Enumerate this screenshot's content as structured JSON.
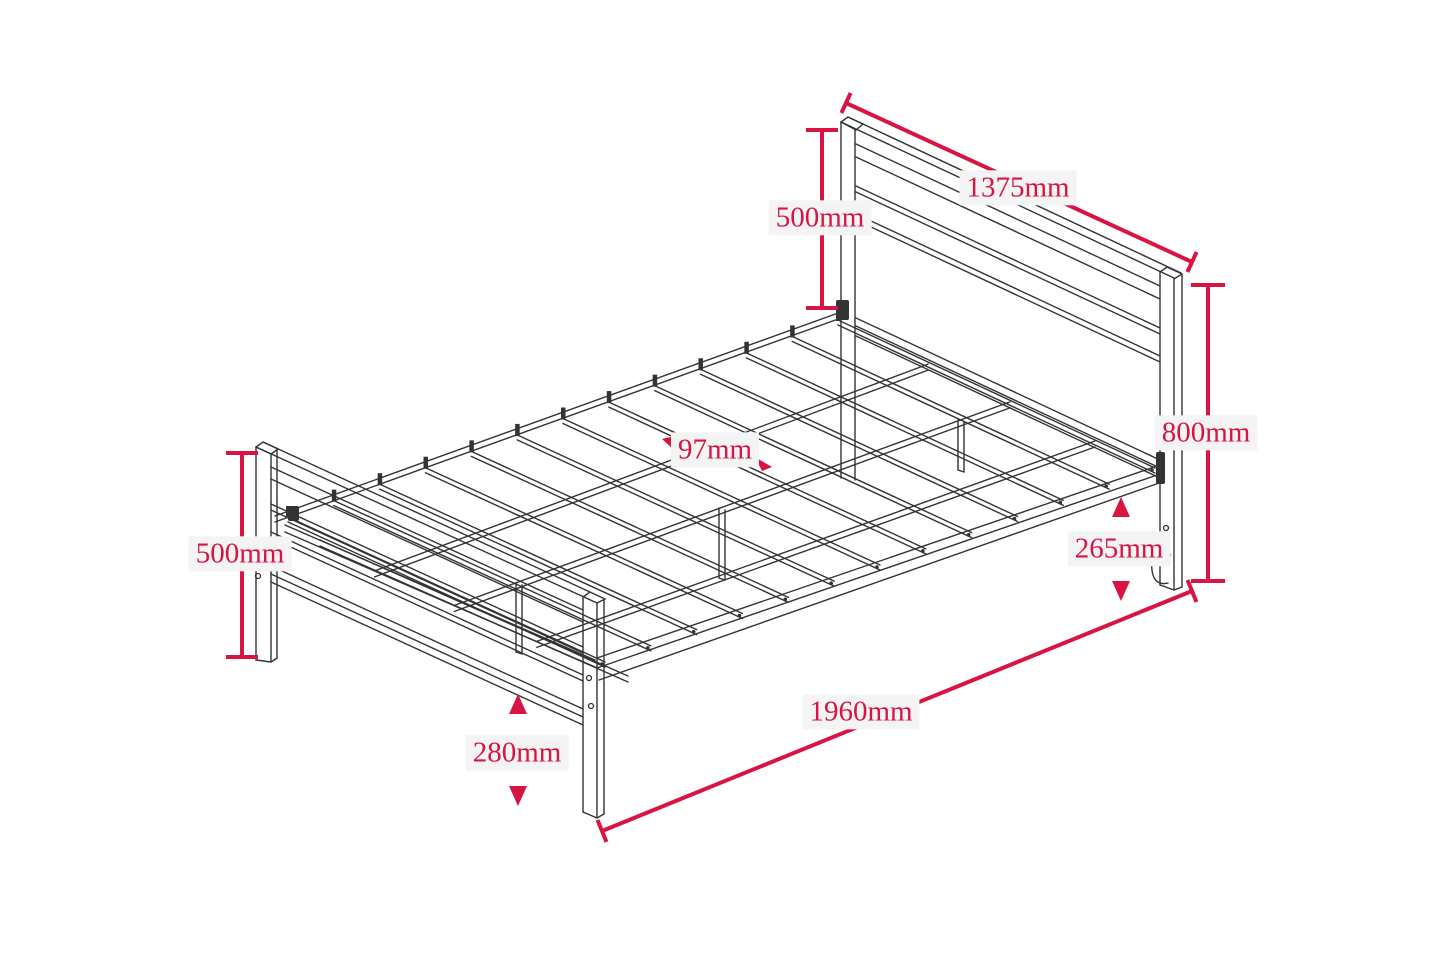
{
  "colors": {
    "dimension_red": "#d81442",
    "frame_line": "#333333",
    "label_background": "#f4f4f4",
    "page_background": "#ffffff"
  },
  "diagram": {
    "type": "isometric-technical-line-drawing",
    "subject": "metal bed frame with headboard, footboard and slatted base",
    "dimensions": {
      "headboard_width": "1375mm",
      "headboard_upper_section_height": "500mm",
      "headboard_total_height": "800mm",
      "side_rail_height_head_end": "265mm",
      "slat_spacing": "97mm",
      "footboard_height": "500mm",
      "side_rail_clearance_foot_end": "280mm",
      "bed_length": "1960mm"
    },
    "icons": {
      "arrow_up": "triangle-up",
      "arrow_down": "triangle-down",
      "arrow_left": "triangle-left",
      "arrow_right": "triangle-right",
      "dimension_end": "tick"
    }
  }
}
